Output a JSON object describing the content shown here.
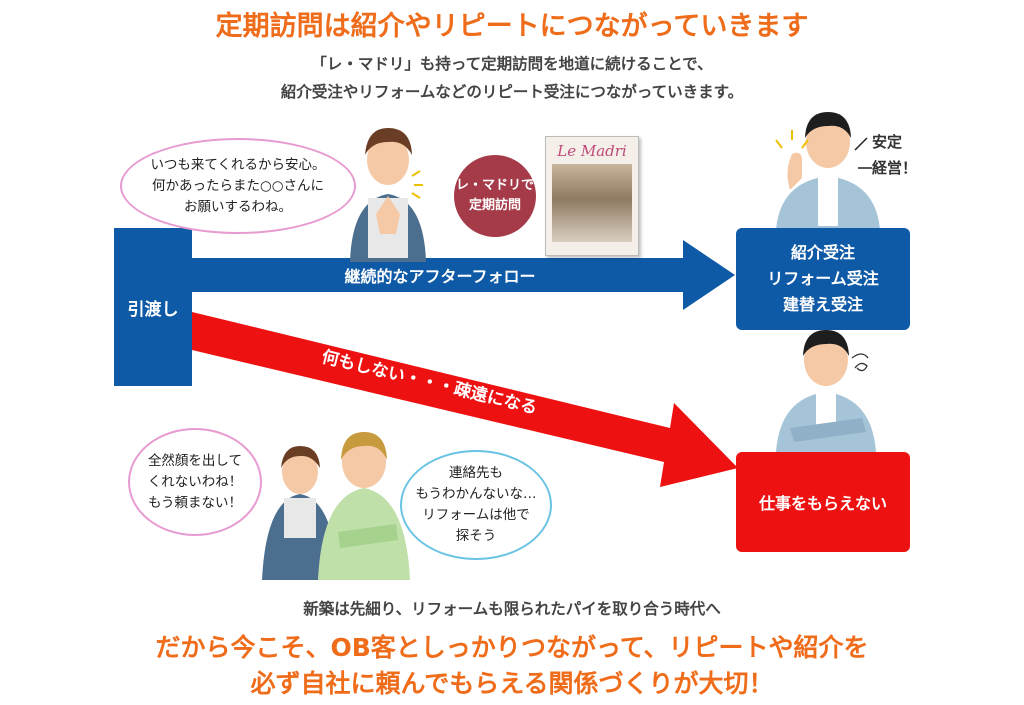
{
  "header": {
    "title": "定期訪問は紹介やリピートにつながっていきます",
    "subtitle_line1": "「レ・マドリ」も持って定期訪問を地道に続けることで、",
    "subtitle_line2": "紹介受注やリフォームなどのリピート受注につながっていきます。"
  },
  "diagram": {
    "start_box": "引渡し",
    "top_arrow_label": "継続的なアフターフォロー",
    "bottom_arrow_label": "何もしない・・・疎遠になる",
    "magazine_badge_line1": "レ・マドリで",
    "magazine_badge_line2": "定期訪問",
    "magazine_logo": "Le Madri",
    "top_result_lines": [
      "紹介受注",
      "リフォーム受注",
      "建替え受注"
    ],
    "bottom_result": "仕事をもらえない",
    "stable_line1": "安定",
    "stable_line2": "経営！"
  },
  "bubbles": {
    "top_left": [
      "いつも来てくれるから安心。",
      "何かあったらまた○○さんに",
      "お願いするわね。"
    ],
    "bottom_left": [
      "全然顔を出して",
      "くれないわね！",
      "もう頼まない！"
    ],
    "bottom_right": [
      "連絡先も",
      "もうわかんないな…",
      "リフォームは他で",
      "探そう"
    ]
  },
  "footer": {
    "line1": "新築は先細り、リフォームも限られたパイを取り合う時代へ",
    "line2": "だから今こそ、OB客としっかりつながって、リピートや紹介を",
    "line3": "必ず自社に頼んでもらえる関係づくりが大切！"
  },
  "colors": {
    "accent": "#ef6c1a",
    "blue": "#0f5aa6",
    "red": "#ee1111",
    "badge": "#a53a48"
  }
}
